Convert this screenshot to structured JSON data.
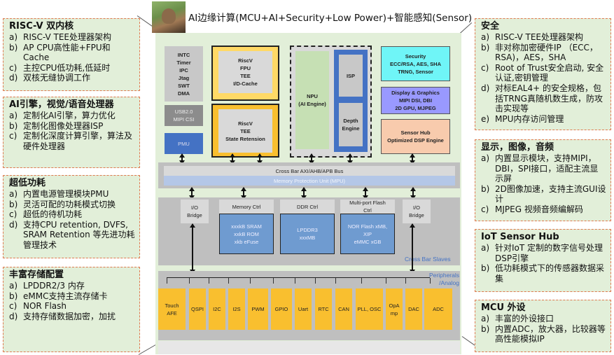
{
  "title": "AI边缘计算(MCU+AI+Security+Low Power)+智能感知(Sensor)",
  "logo_icon": "sparrow-photo-icon",
  "left_panels": [
    {
      "title": "RISC-V 双内核",
      "items": [
        {
          "marker": "a)",
          "text": "RISC-V TEE处理器架构"
        },
        {
          "marker": "b)",
          "text": "AP CPU高性能+FPU和Cache"
        },
        {
          "marker": "c)",
          "text": "主控CPU低功耗,低延时"
        },
        {
          "marker": "d)",
          "text": "双核无缝协调工作"
        }
      ]
    },
    {
      "title": "AI引擎，视觉/语音处理器",
      "items": [
        {
          "marker": "a)",
          "text": "定制化AI引擎，算力优化"
        },
        {
          "marker": "b)",
          "text": "定制化图像处理器ISP"
        },
        {
          "marker": "c)",
          "text": "定制化深度计算引擎，算法及硬件处理器"
        }
      ]
    },
    {
      "title": "超低功耗",
      "items": [
        {
          "marker": "a)",
          "text": "内置电源管理模块PMU"
        },
        {
          "marker": "b)",
          "text": "灵活可配的功耗模式切换"
        },
        {
          "marker": "c)",
          "text": "超低的待机功耗"
        },
        {
          "marker": "d)",
          "text": "支持CPU retention, DVFS, SRAM Retention 等先进功耗管理技术"
        }
      ]
    },
    {
      "title": "丰富存储配置",
      "items": [
        {
          "marker": "a)",
          "text": "LPDDR2/3 内存"
        },
        {
          "marker": "b)",
          "text": "eMMC支持主流存储卡"
        },
        {
          "marker": "c)",
          "text": "NOR Flash"
        },
        {
          "marker": "d)",
          "text": "支持存储数据加密，加扰"
        }
      ]
    }
  ],
  "right_panels": [
    {
      "title": "安全",
      "items": [
        {
          "marker": "a)",
          "text": "RISC-V TEE处理器架构"
        },
        {
          "marker": "b)",
          "text": "非对称加密硬件IP （ECC，RSA)，AES，SHA"
        },
        {
          "marker": "c)",
          "text": "Root of Trust安全启动, 安全认证,密钥管理"
        },
        {
          "marker": "d)",
          "text": "对标EAL4+ 的安全规格，包括TRNG真随机数生成，防攻击实现等"
        },
        {
          "marker": "e)",
          "text": "MPU内存访问管理"
        }
      ]
    },
    {
      "title": "显示，图像，音频",
      "items": [
        {
          "marker": "a)",
          "text": "内置显示模块，支持MIPI，DBI，SPI接口，适配主流显示屏"
        },
        {
          "marker": "b)",
          "text": "2D图像加速，支持主流GUI设计"
        },
        {
          "marker": "c)",
          "text": "MJPEG 视频音频编解码"
        }
      ]
    },
    {
      "title": "IoT Sensor Hub",
      "items": [
        {
          "marker": "a)",
          "text": "针对IoT 定制的数字信号处理DSP引擎"
        },
        {
          "marker": "b)",
          "text": "低功耗模式下的传感器数据采集"
        }
      ]
    },
    {
      "title": "MCU 外设",
      "items": [
        {
          "marker": "a)",
          "text": "丰富的外设接口"
        },
        {
          "marker": "b)",
          "text": "内置ADC，放大器，比较器等高性能模拟IP"
        }
      ]
    }
  ],
  "blocks": {
    "sys": "INTC\nTimer\nIPC\nJtag\nSWT\nDMA",
    "usb": "USB2.0\nMIPI CSI",
    "pmu": "PMU",
    "ap_cpu": "RiscV\nFPU\nTEE\nI/D-Cache",
    "mcu_cpu": "RiscV\nTEE\nState Retension",
    "npu": "NPU\n(AI Engine)",
    "isp": "ISP",
    "depth": "Depth\nEngine",
    "security": "Security\nECC/RSA, AES, SHA\nTRNG, Sensor",
    "display": "Display & Graphics\nMIPI DSI, DBI\n2D GPU, MJPEG",
    "sensor_hub": "Sensor Hub\nOptimized DSP Engine",
    "bus": "Cross Bar AXI/AHB/APB Bus",
    "mpu": "Memory Protection Unit (MPU)",
    "io_bridge_left": "I/O\nBridge",
    "io_bridge_right": "I/O\nBridge",
    "mem_ctrl": "Memory Ctrl",
    "mem_detail": "xxxkB SRAM\nxxkB ROM\nxkb eFuse",
    "ddr_ctrl": "DDR Ctrl",
    "ddr_detail": "LPDDR3\nxxxMB",
    "flash_ctrl": "Multi-port Flash\nCtrl",
    "flash_detail": "NOR Flash xMB,\nXIP\neMMC xGB",
    "slaves_label": "Cross Bar Slaves",
    "periph_label": "Peripherals\n/Analog"
  },
  "peripherals": [
    "Touch\nAFE",
    "QSPI",
    "I2C",
    "I2S",
    "PWM",
    "GPIO",
    "Uart",
    "RTC",
    "CAN",
    "PLL, OSC",
    "OpA\nmp",
    "DAC",
    "ADC"
  ],
  "colors": {
    "panel_bg": "#e2efd9",
    "panel_border": "#e07a50",
    "yellow": "#f9bf2f",
    "blue": "#4472c4",
    "cyan": "#6ff5f7",
    "purple": "#9999ff",
    "salmon": "#f8cbad",
    "mem_blue": "#6f9bd0"
  }
}
